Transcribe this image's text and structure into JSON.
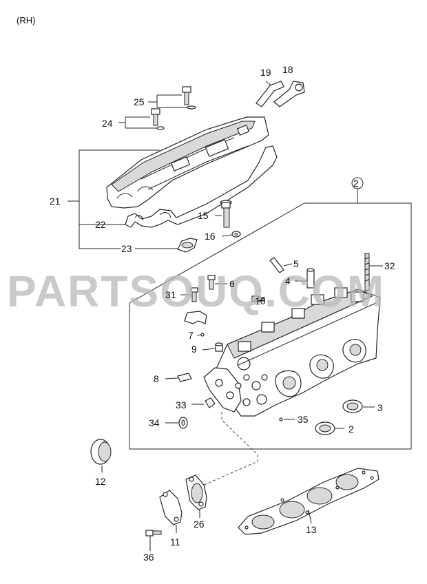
{
  "side_label": "(RH)",
  "watermark": "PARTSOUQ.COM",
  "callouts": {
    "c2": "2",
    "c2b": "2",
    "c3": "3",
    "c4": "4",
    "c5": "5",
    "c6": "6",
    "c7": "7",
    "c8": "8",
    "c9": "9",
    "c10": "10",
    "c11": "11",
    "c12": "12",
    "c13": "13",
    "c15": "15",
    "c16": "16",
    "c18": "18",
    "c19": "19",
    "c21": "21",
    "c22": "22",
    "c23": "23",
    "c24": "24",
    "c25": "25",
    "c26": "26",
    "c31": "31",
    "c32": "32",
    "c33": "33",
    "c34": "34",
    "c35": "35",
    "c36": "36"
  }
}
